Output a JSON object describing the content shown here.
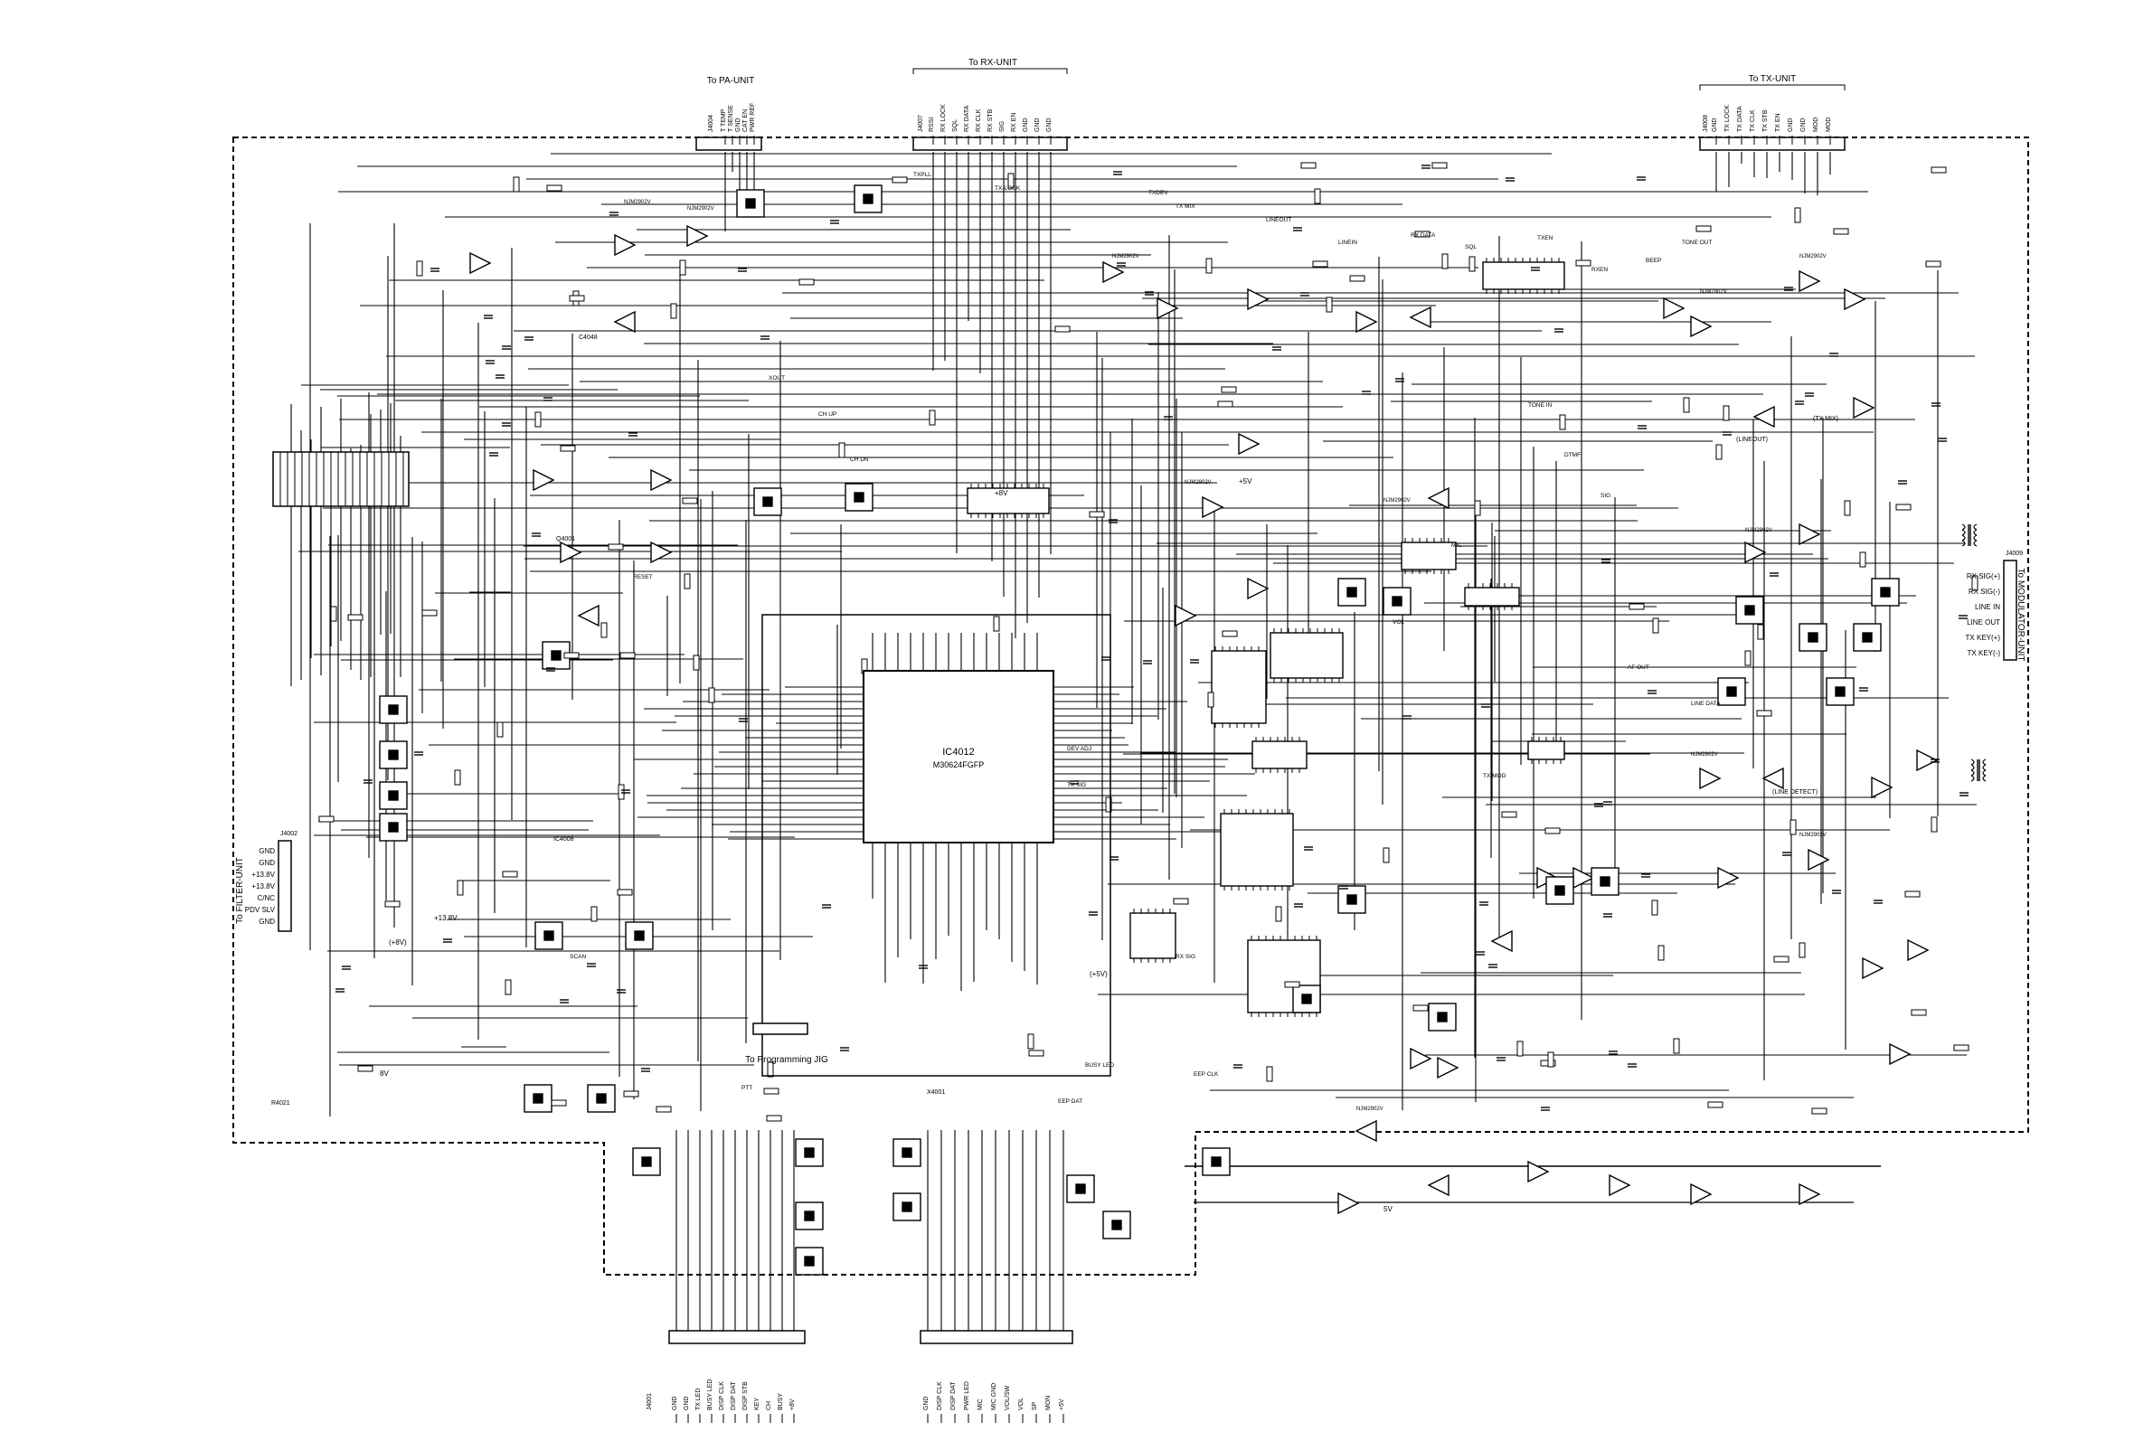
{
  "title": "To Programming JIG",
  "unit_labels": {
    "pa": "To PA-UNIT",
    "rx": "To RX-UNIT",
    "tx": "To TX-UNIT",
    "filter": "To FILTER-UNIT",
    "modulator": "To MODULATOR-UNIT",
    "jig": "To Programming JIG"
  },
  "ic_main": {
    "ref": "IC4012",
    "part": "M30624FGFP"
  },
  "connectors": {
    "j4004": "J4004",
    "j4007": "J4007",
    "j4008": "J4008",
    "j4001": "J4001",
    "j4002": "J4002",
    "j4009": "J4009"
  },
  "filter_pins": [
    "GND",
    "GND",
    "+13.8V",
    "+13.8V",
    "C/NC",
    "PDV SLV",
    "GND"
  ],
  "modulator_pins": [
    "RX SIG(+)",
    "RX SIG(-)",
    "LINE IN",
    "LINE OUT",
    "TX KEY(+)",
    "TX KEY(-)"
  ],
  "pa_pins": [
    "T TEMP",
    "T SENSE",
    "GND",
    "CAT EN",
    "PWR REF"
  ],
  "rx_pins": [
    "RSSI",
    "RX LOCK",
    "SQL",
    "RX DATA",
    "RX CLK",
    "RX STB",
    "SIG",
    "RX EN",
    "GND",
    "GND",
    "GND"
  ],
  "tx_pins": [
    "GND",
    "TX LOCK",
    "TX DATA",
    "TX CLK",
    "TX STB",
    "TX EN",
    "GND",
    "GND",
    "MOD",
    "MOD"
  ],
  "bottom_left_pins": [
    "GND",
    "GND",
    "TX LED",
    "BUSY LED",
    "DISP CLK",
    "DISP DAT",
    "DISP STB",
    "KEY",
    "CH",
    "BUSY",
    "+8V"
  ],
  "bottom_right_pins": [
    "GND",
    "DISP CLK",
    "DISP DAT",
    "PWR LED",
    "MIC",
    "MIC GND",
    "VOL/SW",
    "VOL",
    "SP",
    "MON",
    "+5V"
  ],
  "supply_labels": [
    "+5V",
    "+8V",
    "(+5V)",
    "+13.8V",
    "(+8V)",
    "8V",
    "5V"
  ],
  "opamp_part": "NJM2902V",
  "net_labels": [
    "TXPLL",
    "TX-LOCK",
    "TXDEV",
    "TX MIX",
    "LINEOUT",
    "LINEIN",
    "RX DATA",
    "SQL",
    "TXEN",
    "RXEN",
    "BEEP",
    "TONE OUT",
    "TONE IN",
    "DTMF",
    "SIG",
    "MIC",
    "VOL",
    "AF OUT",
    "LINE DATA",
    "TX MOD",
    "DEV ADJ",
    "TX SIG",
    "RX SIG",
    "EEP CLK",
    "EEP DAT",
    "BUSY LED",
    "PTT",
    "SCAN",
    "CH UP",
    "CH DN",
    "RESET",
    "XOUT"
  ],
  "misc_labels": [
    "(TX MIX)",
    "(LINEOUT)",
    "(LINE DETECT)",
    "C4048",
    "R4021",
    "Q4001",
    "IC4008",
    "X4001"
  ]
}
